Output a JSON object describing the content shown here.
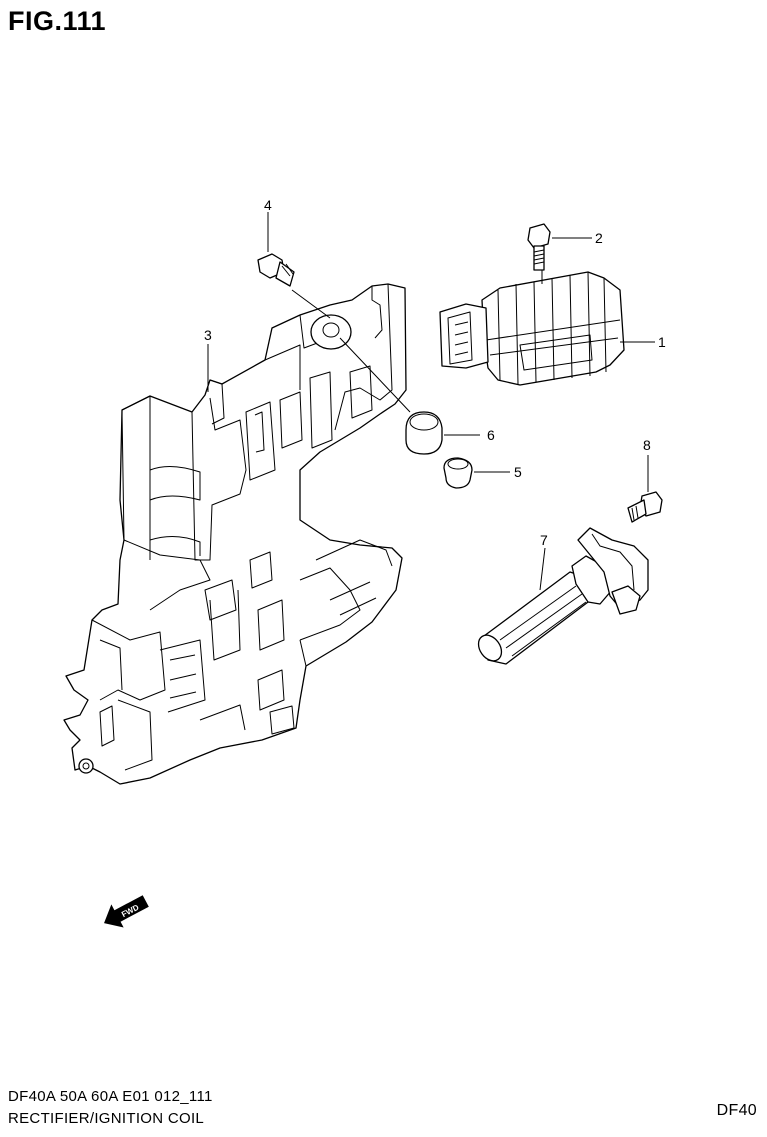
{
  "figure": {
    "title": "FIG.111"
  },
  "callouts": [
    {
      "id": "1",
      "label": "1"
    },
    {
      "id": "2",
      "label": "2"
    },
    {
      "id": "3",
      "label": "3"
    },
    {
      "id": "4",
      "label": "4"
    },
    {
      "id": "5",
      "label": "5"
    },
    {
      "id": "6",
      "label": "6"
    },
    {
      "id": "7",
      "label": "7"
    },
    {
      "id": "8",
      "label": "8"
    }
  ],
  "fwd_badge": "FWD",
  "footer": {
    "code": "DF40A 50A 60A E01 012_111",
    "name": "RECTIFIER/IGNITION COIL",
    "model": "DF40"
  }
}
